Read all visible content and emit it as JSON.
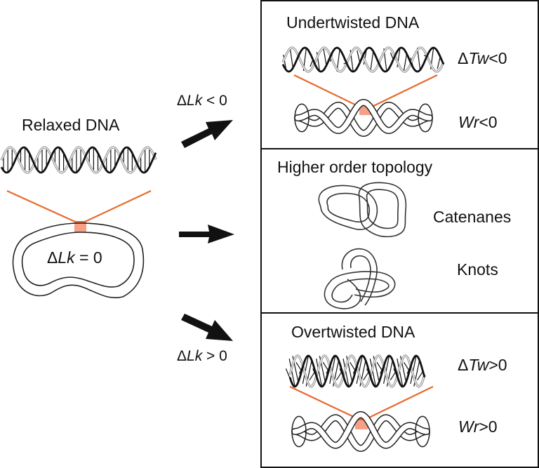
{
  "title": "DNA topology: linking number changes",
  "colors": {
    "zoom_lines": "#e8692e",
    "zoom_box": "#f4a188",
    "ink": "#111111",
    "backbone_light": "#8a8a8a"
  },
  "relaxed": {
    "title": "Relaxed DNA",
    "delta_lk_symbol": "Δ",
    "delta_lk_var": "Lk",
    "delta_lk_rest": " = 0"
  },
  "arrows": [
    {
      "label_symbol": "Δ",
      "label_var": "Lk",
      "label_rest": " < 0",
      "direction": "up-right"
    },
    {
      "label_symbol": "",
      "label_var": "",
      "label_rest": "",
      "direction": "right"
    },
    {
      "label_symbol": "Δ",
      "label_var": "Lk",
      "label_rest": " > 0",
      "direction": "down-right"
    }
  ],
  "panels": {
    "undertwisted": {
      "title": "Undertwisted DNA",
      "twist_symbol": "Δ",
      "twist_var": "Tw",
      "twist_rest": "<0",
      "writhe_var": "Wr",
      "writhe_rest": "<0"
    },
    "higher_order": {
      "title": "Higher order topology",
      "catenanes_label": "Catenanes",
      "knots_label": "Knots"
    },
    "overtwisted": {
      "title": "Overtwisted DNA",
      "twist_symbol": "Δ",
      "twist_var": "Tw",
      "twist_rest": ">0",
      "writhe_var": "Wr",
      "writhe_rest": ">0"
    }
  }
}
